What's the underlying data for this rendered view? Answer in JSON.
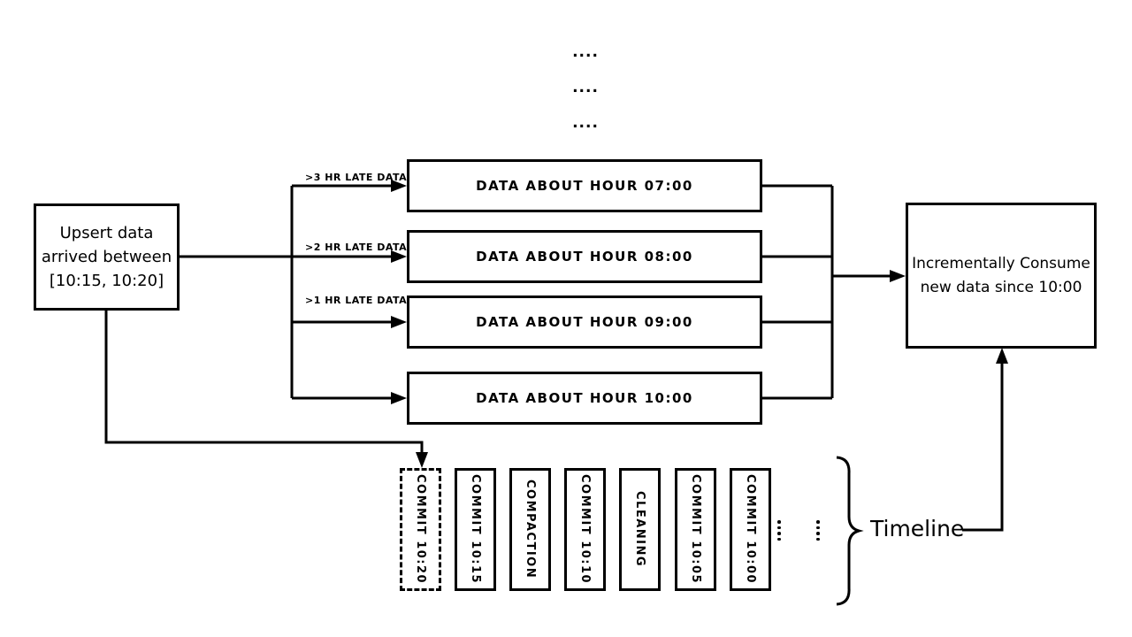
{
  "continuation_dots_top": [
    "....",
    "....",
    "...."
  ],
  "upsert_box": {
    "lines": [
      "Upsert data",
      "arrived between",
      "[10:15, 10:20]"
    ]
  },
  "late_labels": [
    ">3 HR LATE DATA",
    ">2 HR LATE DATA",
    ">1 HR LATE DATA"
  ],
  "data_boxes": [
    "DATA ABOUT HOUR 07:00",
    "DATA ABOUT HOUR 08:00",
    "DATA ABOUT HOUR 09:00",
    "DATA ABOUT HOUR 10:00"
  ],
  "consume_box": {
    "lines": [
      "Incrementally Consume",
      "new data since 10:00"
    ]
  },
  "timeline": {
    "entries": [
      {
        "label": "COMMIT  10:20",
        "style": "dashed"
      },
      {
        "label": "COMMIT  10:15",
        "style": "solid"
      },
      {
        "label": "COMPACTION",
        "style": "solid"
      },
      {
        "label": "COMMIT  10:10",
        "style": "solid"
      },
      {
        "label": "CLEANING",
        "style": "solid"
      },
      {
        "label": "COMMIT  10:05",
        "style": "solid"
      },
      {
        "label": "COMMIT  10:00",
        "style": "solid"
      }
    ],
    "label": "Timeline"
  },
  "colors": {
    "ink": "#000000",
    "paper": "#ffffff"
  }
}
